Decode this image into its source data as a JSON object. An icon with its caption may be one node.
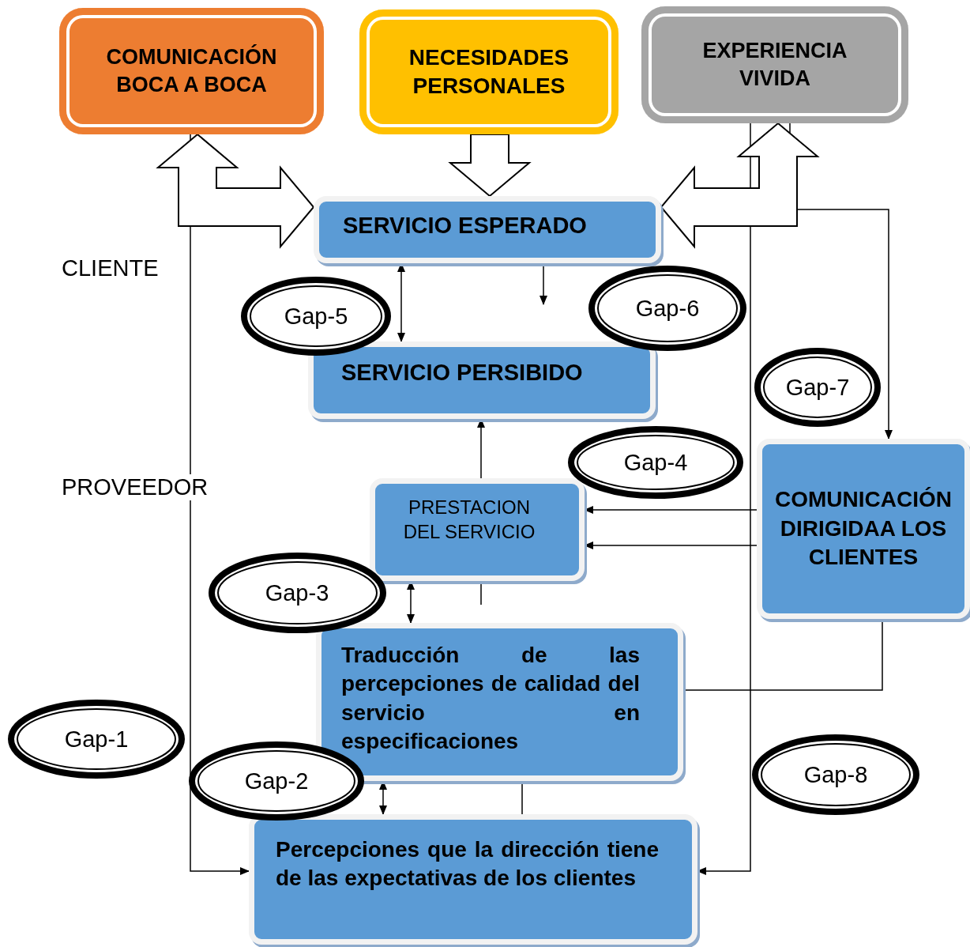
{
  "diagram": {
    "nodes": [
      {
        "text": [
          "COMUNICACIÓN BOCA A BOCA"
        ]
      },
      {
        "text": [
          "NECESIDADES PERSONALES"
        ]
      },
      {
        "text": [
          "EXPERIENCIA VIVIDA"
        ]
      },
      {
        "text": [
          "SERVICIO ESPERADO"
        ]
      },
      {
        "text": [
          "SERVICIO PERSIBIDO"
        ]
      },
      {
        "text": [
          "PRESTACION DEL SERVICIO"
        ]
      },
      {
        "text": [
          "COMUNICACIÓN DIRIGIDAA LOS CLIENTES"
        ]
      },
      {
        "text": [
          "Traducción de las percepciones de calidad del servicio en especificaciones"
        ]
      },
      {
        "text": [
          "Percepciones que la dirección tiene de las expectativas de los clientes"
        ]
      },
      {
        "text": [
          "Gap-5"
        ]
      },
      {
        "text": [
          "Gap-6"
        ]
      },
      {
        "text": [
          "Gap-7"
        ]
      },
      {
        "text": [
          "Gap-4"
        ]
      },
      {
        "text": [
          "Gap-3"
        ]
      },
      {
        "text": [
          "Gap-1"
        ]
      },
      {
        "text": [
          "Gap-8"
        ]
      },
      {
        "text": [
          "Gap-2"
        ]
      }
    ],
    "edges": [
      {
        "from": 0,
        "to": 3,
        "arrow": "both",
        "style": "thick"
      },
      {
        "from": 1,
        "to": 3,
        "arrow": "to",
        "style": "thick"
      },
      {
        "from": 2,
        "to": 3,
        "arrow": "both",
        "style": "thick"
      },
      {
        "from": 0,
        "to": 8,
        "arrow": "to"
      },
      {
        "from": 2,
        "to": 8,
        "arrow": "to"
      },
      {
        "from": 2,
        "to": 6,
        "arrow": "to"
      },
      {
        "from": 3,
        "to": 4,
        "arrow": "both"
      },
      {
        "from": 3,
        "to": null,
        "arrow": "to"
      },
      {
        "from": 5,
        "to": 4,
        "arrow": "to"
      },
      {
        "from": 6,
        "to": 5,
        "arrow": "to"
      },
      {
        "from": 6,
        "to": 5,
        "arrow": "to"
      },
      {
        "from": 5,
        "to": 7,
        "arrow": "both"
      },
      {
        "from": 7,
        "to": 8,
        "arrow": "both"
      },
      {
        "from": 6,
        "to": 7,
        "arrow": "none"
      },
      {
        "from": 7,
        "to": 8,
        "arrow": "none"
      }
    ],
    "labels": [
      "CLIENTE",
      "PROVEEDOR"
    ]
  }
}
